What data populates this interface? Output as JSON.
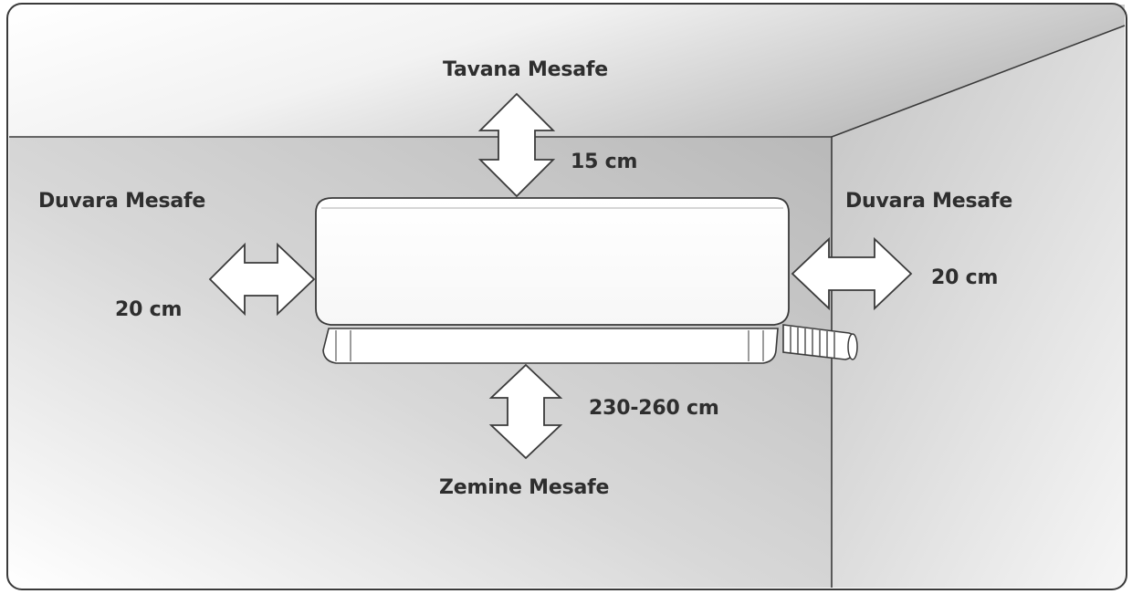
{
  "ceiling": {
    "title": "Tavana Mesafe",
    "value": "15 cm"
  },
  "left_wall": {
    "title": "Duvara Mesafe",
    "value": "20 cm"
  },
  "right_wall": {
    "title": "Duvara Mesafe",
    "value": "20 cm"
  },
  "floor": {
    "title": "Zemine Mesafe",
    "value": "230-260 cm"
  },
  "colors": {
    "line": "#3a3a3a",
    "wall_shadow": "#bcbcbc",
    "arrow_fill": "#ffffff",
    "text": "#2e2e2e"
  }
}
